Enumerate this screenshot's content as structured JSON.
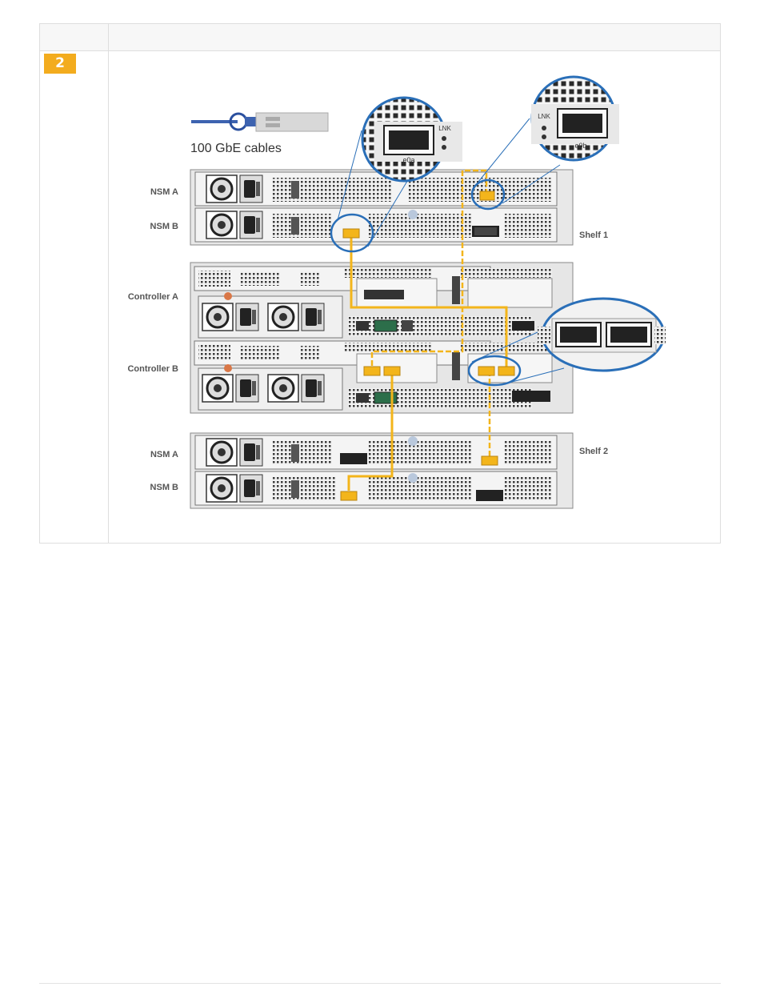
{
  "step": {
    "number": "2"
  },
  "diagram": {
    "cable_label": "100 GbE cables",
    "shelf1": {
      "label": "Shelf 1",
      "nsm_a": "NSM A",
      "nsm_b": "NSM B"
    },
    "shelf2": {
      "label": "Shelf 2",
      "nsm_a": "NSM A",
      "nsm_b": "NSM B"
    },
    "controller_a": "Controller A",
    "controller_b": "Controller B",
    "zoom_left": {
      "port": "e0a",
      "led": "LNK"
    },
    "zoom_right": {
      "port": "e0b",
      "led": "LNK"
    },
    "colors": {
      "cable": "#f3b51b",
      "highlight": "#2a6fb8",
      "chassis": "#e8e8e8"
    }
  }
}
